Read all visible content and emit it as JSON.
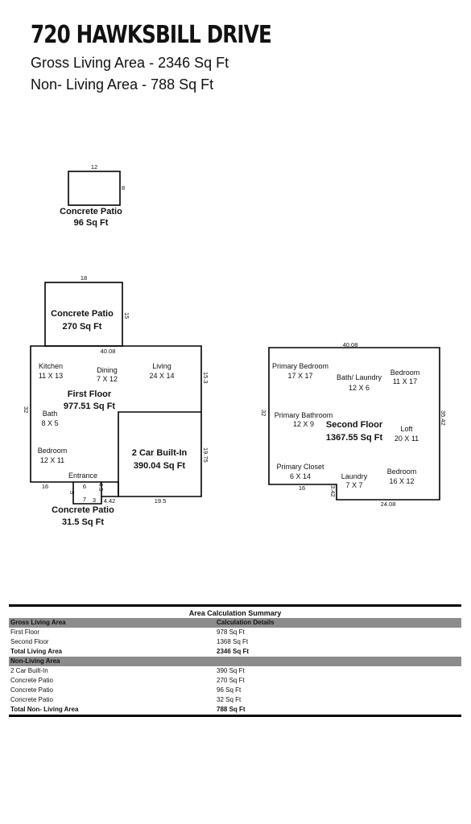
{
  "header": {
    "address": "720 HAWKSBILL DRIVE",
    "gross_living": "Gross Living Area - 2346 Sq Ft",
    "non_living": "Non- Living Area - 788 Sq Ft"
  },
  "small_patio": {
    "width": "12",
    "depth": "8",
    "name": "Concrete Patio",
    "area": "96 Sq Ft"
  },
  "first_floor": {
    "rear_patio": {
      "width": "18",
      "depth": "15",
      "name": "Concrete Patio",
      "area": "270 Sq Ft"
    },
    "dims": {
      "top": "40.08",
      "left": "32",
      "right_upper": "15.3",
      "right_lower": "19.75",
      "bottom_left": "16",
      "bottom_garage": "19.5"
    },
    "rooms": {
      "kitchen": "Kitchen",
      "kitchen_size": "11 X 13",
      "dining": "Dining",
      "dining_size": "7 X 12",
      "living": "Living",
      "living_size": "24 X 14",
      "bath": "Bath",
      "bath_size": "8 X 5",
      "bedroom": "Bedroom",
      "bedroom_size": "12 X 11",
      "entrance": "Entrance"
    },
    "label": "First Floor",
    "area": "977.51 Sq Ft",
    "garage": {
      "name": "2 Car Built-In",
      "area": "390.04 Sq Ft"
    },
    "entry_patio": {
      "name": "Concrete Patio",
      "area": "31.5 Sq Ft",
      "d6": "6",
      "d7": "7",
      "d5": "5",
      "d45a": "4.5",
      "d3": "3",
      "d442": "4.42"
    }
  },
  "second_floor": {
    "dims": {
      "top": "40.08",
      "left": "32",
      "right": "35.42",
      "bottom_left": "16",
      "notch": "3.42",
      "bottom_right": "24.08"
    },
    "rooms": {
      "primary_bedroom": "Primary Bedroom",
      "primary_bedroom_size": "17 X 17",
      "bath_laundry": "Bath/ Laundry",
      "bath_laundry_size": "12 X 6",
      "bedroom_a": "Bedroom",
      "bedroom_a_size": "11 X 17",
      "primary_bath": "Primary Bathroom",
      "primary_bath_size": "12 X 9",
      "loft": "Loft",
      "loft_size": "20 X 11",
      "primary_closet": "Primary Closet",
      "primary_closet_size": "6 X 14",
      "laundry": "Laundry",
      "laundry_size": "7 X 7",
      "bedroom_b": "Bedroom",
      "bedroom_b_size": "16 X 12"
    },
    "label": "Second Floor",
    "area": "1367.55 Sq Ft"
  },
  "summary": {
    "caption": "Area Calculation Summary",
    "gross_header": "Gross Living Area",
    "details_header": "Calculation Details",
    "living_rows": [
      {
        "name": "First Floor",
        "value": "978 Sq Ft"
      },
      {
        "name": "Second Floor",
        "value": "1368 Sq Ft"
      }
    ],
    "living_total": {
      "name": "Total Living Area",
      "value": "2346 Sq Ft"
    },
    "non_living_header": "Non-Living Area",
    "non_living_rows": [
      {
        "name": "2 Car Built-In",
        "value": "390 Sq Ft"
      },
      {
        "name": "Concrete Patio",
        "value": "270 Sq Ft"
      },
      {
        "name": "Concrete Patio",
        "value": "96 Sq Ft"
      },
      {
        "name": "Concrete Patio",
        "value": "32 Sq Ft"
      }
    ],
    "non_living_total": {
      "name": "Total Non- Living Area",
      "value": "788 Sq Ft"
    }
  }
}
